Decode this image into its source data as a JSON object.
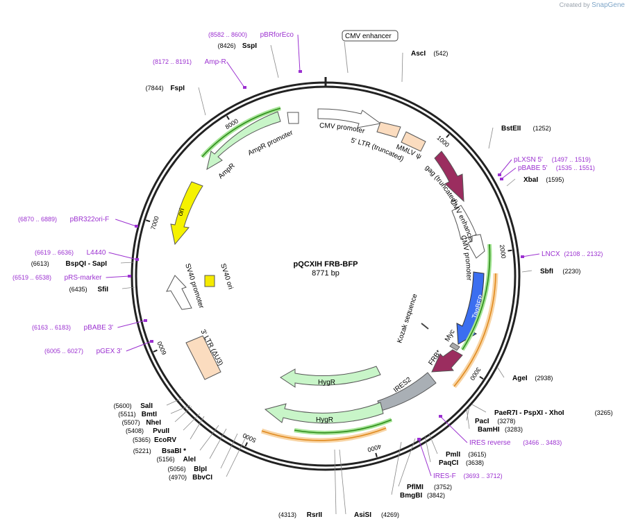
{
  "credit": {
    "prefix": "Created by",
    "brand": "SnapGene"
  },
  "plasmid": {
    "name": "pQCXIH FRB-BFP",
    "size_label": "8771 bp",
    "total_bp": 8771
  },
  "ticks": [
    {
      "label": "1000",
      "bp": 1000
    },
    {
      "label": "2000",
      "bp": 2000
    },
    {
      "label": "3000",
      "bp": 3000
    },
    {
      "label": "4000",
      "bp": 4000
    },
    {
      "label": "5000",
      "bp": 5000
    },
    {
      "label": "6000",
      "bp": 6000
    },
    {
      "label": "7000",
      "bp": 7000
    },
    {
      "label": "8000",
      "bp": 8000
    }
  ],
  "cut_sites": [
    {
      "name": "AscI",
      "pos": "(542)"
    },
    {
      "name": "BstEII",
      "pos": "(1252)"
    },
    {
      "name": "XbaI",
      "pos": "(1595)"
    },
    {
      "name": "SbfI",
      "pos": "(2230)"
    },
    {
      "name": "AgeI",
      "pos": "(2938)"
    },
    {
      "name": "PaeR7I - PspXI - XhoI",
      "pos": "(3265)"
    },
    {
      "name": "PacI",
      "pos": "(3278)"
    },
    {
      "name": "BamHI",
      "pos": "(3283)"
    },
    {
      "name": "PmlI",
      "pos": "(3615)"
    },
    {
      "name": "PaqCI",
      "pos": "(3638)"
    },
    {
      "name": "PflMI",
      "pos": "(3752)"
    },
    {
      "name": "BmgBI",
      "pos": "(3842)"
    },
    {
      "name": "AsiSI",
      "pos": "(4269)"
    },
    {
      "name": "RsrII",
      "pos": "(4313)"
    },
    {
      "name": "BbvCI",
      "pos": "(4970)"
    },
    {
      "name": "BlpI",
      "pos": "(5056)"
    },
    {
      "name": "AleI",
      "pos": "(5156)"
    },
    {
      "name": "BsaBI *",
      "pos": "(5221)"
    },
    {
      "name": "EcoRV",
      "pos": "(5365)"
    },
    {
      "name": "PvuII",
      "pos": "(5408)"
    },
    {
      "name": "NheI",
      "pos": "(5507)"
    },
    {
      "name": "BmtI",
      "pos": "(5511)"
    },
    {
      "name": "SalI",
      "pos": "(5600)"
    },
    {
      "name": "SfiI",
      "pos": "(6435)"
    },
    {
      "name": "BspQI - SapI",
      "pos": "(6613)"
    },
    {
      "name": "FspI",
      "pos": "(7844)"
    },
    {
      "name": "SspI",
      "pos": "(8426)"
    }
  ],
  "primers": [
    {
      "name": "pBRforEco",
      "range": "(8582 .. 8600)"
    },
    {
      "name": "Amp-R",
      "range": "(8172 .. 8191)"
    },
    {
      "name": "pLXSN 5'",
      "range": "(1497 .. 1519)"
    },
    {
      "name": "pBABE 5'",
      "range": "(1535 .. 1551)"
    },
    {
      "name": "LNCX",
      "range": "(2108 .. 2132)"
    },
    {
      "name": "IRES reverse",
      "range": "(3466 .. 3483)"
    },
    {
      "name": "IRES-F",
      "range": "(3693 .. 3712)"
    },
    {
      "name": "pBR322ori-F",
      "range": "(6870 .. 6889)"
    },
    {
      "name": "L4440",
      "range": "(6619 .. 6636)"
    },
    {
      "name": "pRS-marker",
      "range": "(6519 .. 6538)"
    },
    {
      "name": "pBABE 3'",
      "range": "(6163 .. 6183)"
    },
    {
      "name": "pGEX 3'",
      "range": "(6005 .. 6027)"
    }
  ],
  "features": [
    {
      "name": "CMV enhancer",
      "color": "#ffffff"
    },
    {
      "name": "CMV promoter",
      "color": "#ffffff"
    },
    {
      "name": "5' LTR (truncated)",
      "color": "#fbdcbf"
    },
    {
      "name": "MMLV ψ",
      "color": "#fbdcbf"
    },
    {
      "name": "gag (truncated)",
      "color": "#9b2d5f"
    },
    {
      "name": "CMV enhancer",
      "color": "#ffffff"
    },
    {
      "name": "CMV promoter",
      "color": "#ffffff"
    },
    {
      "name": "TagBFP",
      "color": "#3b6ef0"
    },
    {
      "name": "Kozak sequence",
      "color": "#444444"
    },
    {
      "name": "Myc",
      "color": "#aaaaaa"
    },
    {
      "name": "FRB*",
      "color": "#9b2d5f"
    },
    {
      "name": "IRES2",
      "color": "#a9afb5"
    },
    {
      "name": "HygR",
      "color": "#c8f5c8"
    },
    {
      "name": "HygR",
      "color": "#c8f5c8"
    },
    {
      "name": "3' LTR (ΔU3)",
      "color": "#fbdcbf"
    },
    {
      "name": "SV40 promoter",
      "color": "#ffffff"
    },
    {
      "name": "SV40 ori",
      "color": "#f5ea00"
    },
    {
      "name": "ori",
      "color": "#f5f200"
    },
    {
      "name": "AmpR",
      "color": "#c8f5c8"
    },
    {
      "name": "AmpR promoter",
      "color": "#ffffff"
    }
  ],
  "colors": {
    "primer": "#9b30d0",
    "backbone": "#222222",
    "orf_green": "#2e8b1a",
    "orf_orange": "#e08a1e"
  }
}
